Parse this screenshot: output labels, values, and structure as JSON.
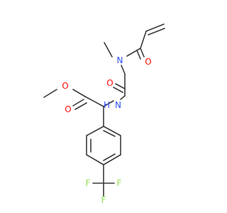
{
  "molecule": {
    "atoms": {
      "o_ester_carbonyl": {
        "symbol": "O",
        "color": "#ff0d0d"
      },
      "o_ester_methoxy": {
        "symbol": "O",
        "color": "#ff0d0d"
      },
      "n_amide": {
        "symbol": "N",
        "color": "#3050f8"
      },
      "h_amide": {
        "symbol": "H",
        "color": "#3050f8"
      },
      "o_amide_carbonyl": {
        "symbol": "O",
        "color": "#ff0d0d"
      },
      "n_methyl_amide": {
        "symbol": "N",
        "color": "#3050f8"
      },
      "o_acryl_carbonyl": {
        "symbol": "O",
        "color": "#ff0d0d"
      },
      "f_top": {
        "symbol": "F",
        "color": "#90e050"
      },
      "f_left": {
        "symbol": "F",
        "color": "#90e050"
      },
      "f_right": {
        "symbol": "F",
        "color": "#90e050"
      }
    },
    "bond_color": "#3a3a3a"
  }
}
